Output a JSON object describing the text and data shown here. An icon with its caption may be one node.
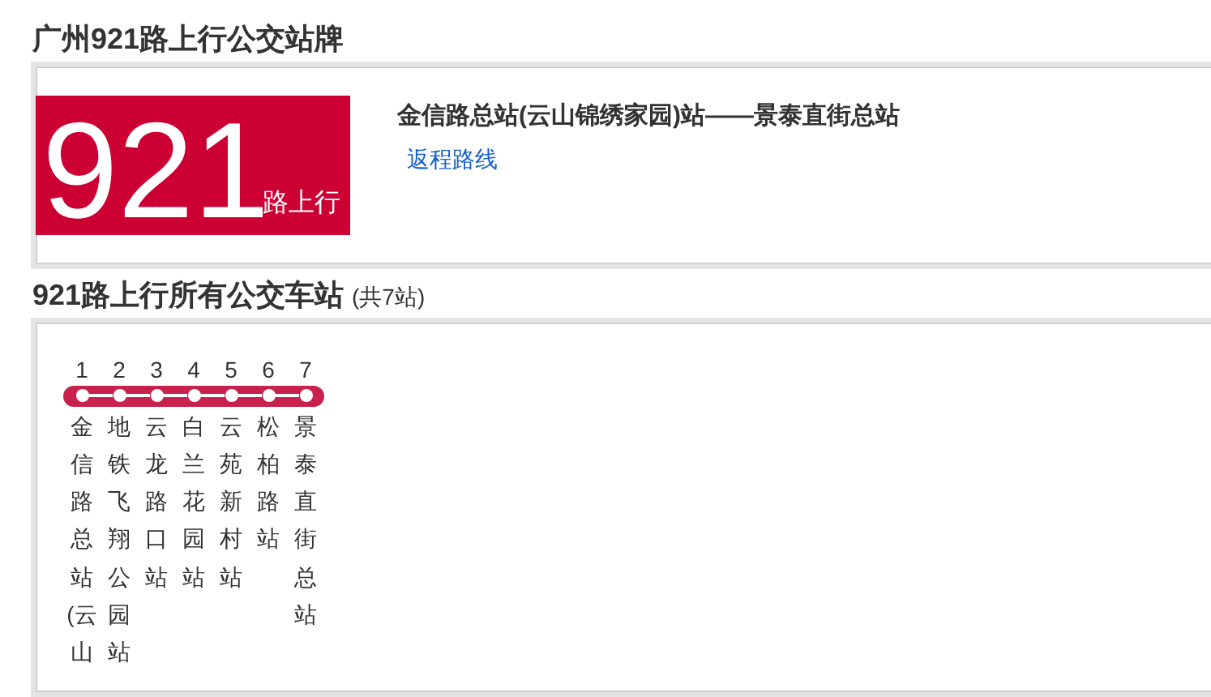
{
  "diagram": {
    "title": "广州921路上行公交站牌",
    "nodes": [
      {
        "text": [
          "金信路总站(云山锦绣家园)站——景泰直街总站",
          "返程路线"
        ]
      },
      {
        "text": [
          "921",
          "路上行"
        ],
        "in": 0
      },
      {
        "text": [
          "921路上行所有公交车站",
          "(共7站)"
        ]
      },
      {
        "text": [],
        "shape": "circle",
        "beside": [
          "1",
          "金信路总站(云山"
        ],
        "in": 2
      },
      {
        "text": [],
        "shape": "circle",
        "beside": [
          "2",
          "地铁飞翔公园站"
        ],
        "in": 2
      },
      {
        "text": [],
        "shape": "circle",
        "beside": [
          "3",
          "云龙路口站"
        ],
        "in": 2
      },
      {
        "text": [],
        "shape": "circle",
        "beside": [
          "4",
          "白兰花园站"
        ],
        "in": 2
      },
      {
        "text": [],
        "shape": "circle",
        "beside": [
          "5",
          "云苑新村站"
        ],
        "in": 2
      },
      {
        "text": [],
        "shape": "circle",
        "beside": [
          "6",
          "松柏路站"
        ],
        "in": 2
      },
      {
        "text": [],
        "shape": "circle",
        "beside": [
          "7",
          "景泰直街总站"
        ],
        "in": 2
      }
    ],
    "edges": [
      {
        "from": 3,
        "to": 4,
        "arrow": "none"
      },
      {
        "from": 4,
        "to": 5,
        "arrow": "none"
      },
      {
        "from": 5,
        "to": 6,
        "arrow": "none"
      },
      {
        "from": 6,
        "to": 7,
        "arrow": "none"
      },
      {
        "from": 7,
        "to": 8,
        "arrow": "none"
      },
      {
        "from": 8,
        "to": 9,
        "arrow": "none"
      }
    ]
  }
}
